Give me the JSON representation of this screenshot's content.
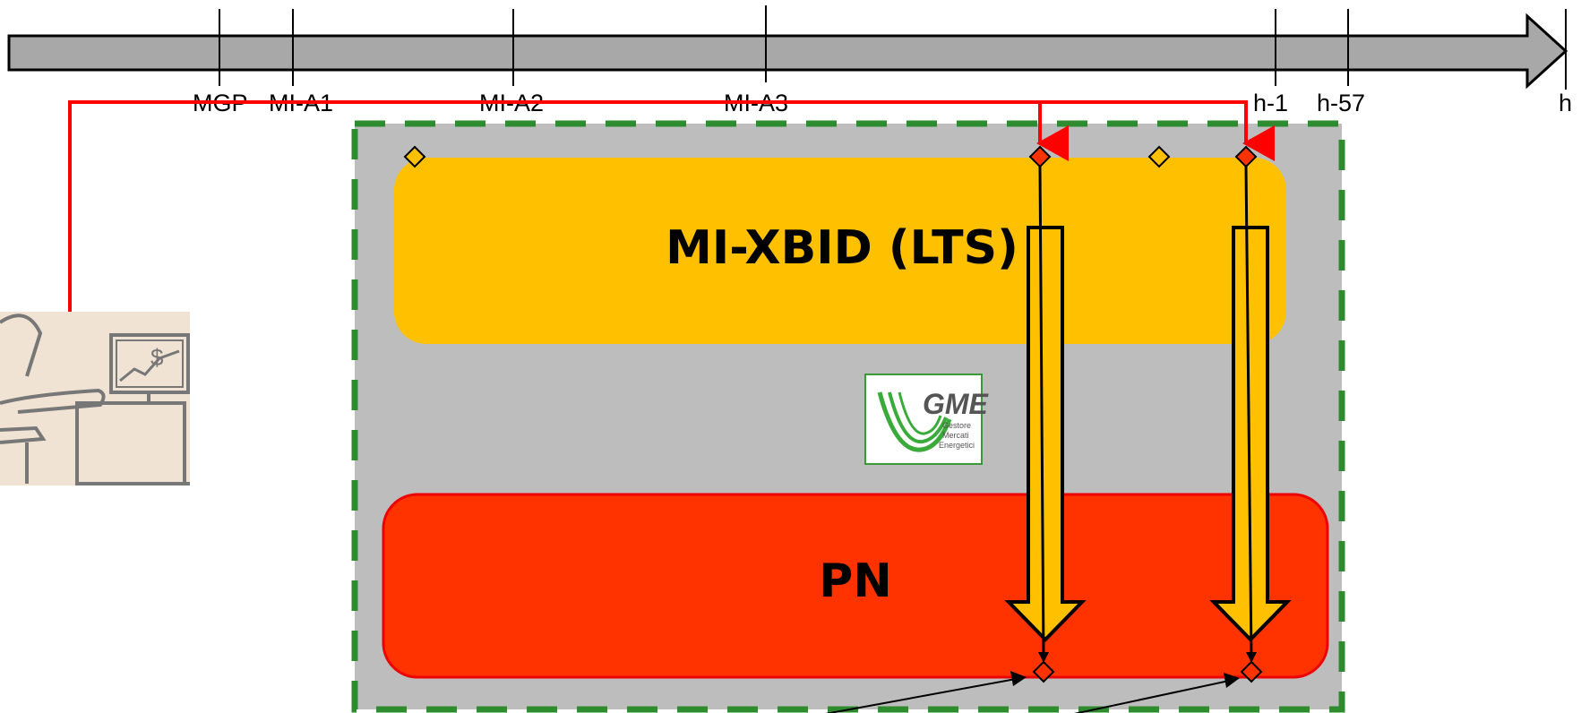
{
  "timeline": {
    "ticks": [
      "MGP",
      "MI-A1",
      "MI-A2",
      "MI-A3",
      "h-1",
      "h-57",
      "h"
    ]
  },
  "blocks": {
    "xbid_title": "MI-XBID (LTS)",
    "pn_title": "PN"
  },
  "logo": {
    "brand": "GME",
    "line1": "Gestore",
    "line2": "Mercati",
    "line3": "Energetici"
  },
  "trader_image": {
    "currency_symbol": "$"
  },
  "colors": {
    "timeline_bar": "#a8a8a8",
    "platform_bg": "#bdbdbd",
    "platform_border": "#2e8b2e",
    "xbid": "#ffc000",
    "pn": "#ff3300",
    "red_line": "#ff0000",
    "diamond_yellow": "#ffc000",
    "diamond_red": "#ff3300"
  },
  "icons": [
    "trader-desk-icon",
    "gme-logo-icon",
    "down-arrow-icon",
    "diamond-marker-icon"
  ]
}
